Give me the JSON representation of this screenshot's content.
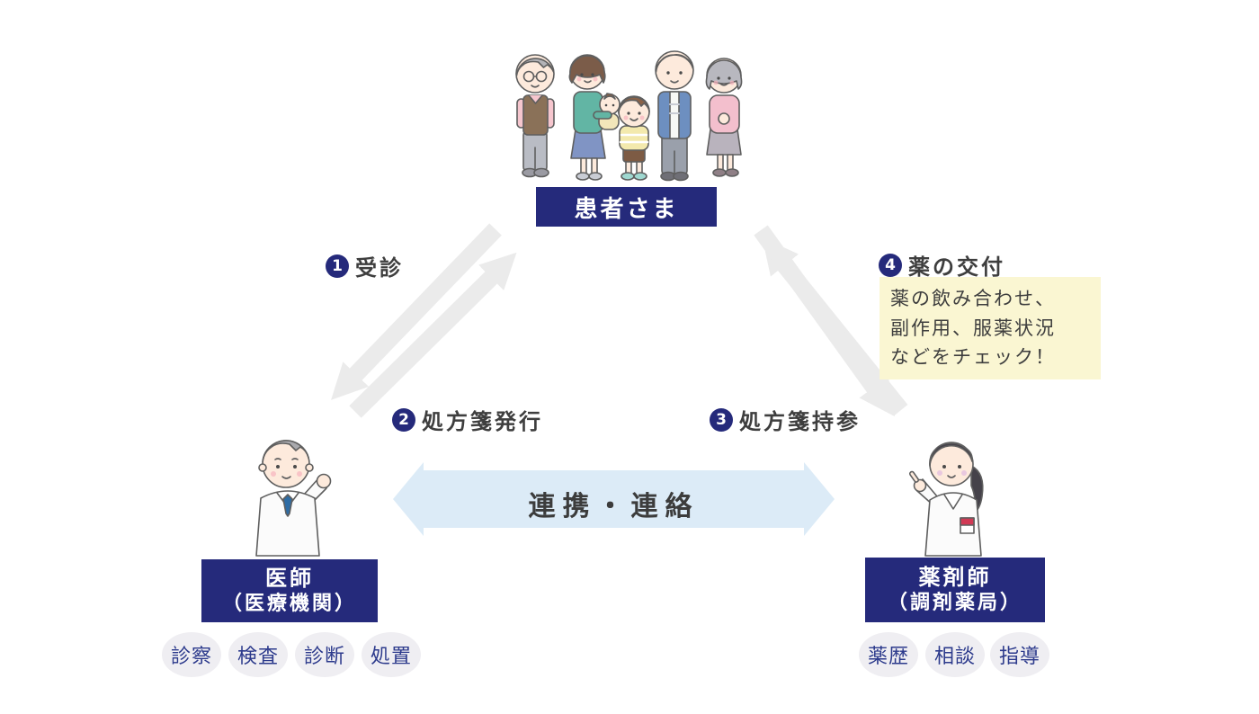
{
  "patient": {
    "label": "患者さま"
  },
  "steps": [
    {
      "num": "1",
      "label": "受診"
    },
    {
      "num": "2",
      "label": "処方箋発行"
    },
    {
      "num": "3",
      "label": "処方箋持参"
    },
    {
      "num": "4",
      "label": "薬の交付"
    }
  ],
  "note": {
    "lines": [
      "薬の飲み合わせ、",
      "副作用、服薬状況",
      "などをチェック！"
    ]
  },
  "collaboration": {
    "label": "連携・連絡"
  },
  "doctor": {
    "title": "医師",
    "subtitle": "（医療機関）",
    "tags": [
      "診察",
      "検査",
      "診断",
      "処置"
    ]
  },
  "pharmacist": {
    "title": "薬剤師",
    "subtitle": "（調剤薬局）",
    "tags": [
      "薬歴",
      "相談",
      "指導"
    ]
  },
  "colors": {
    "navy": "#252a7b",
    "arrow_gray": "#ebebeb",
    "collab_blue": "#dcebf7",
    "note_yellow": "#faf6d2",
    "tag_bg": "#efeef2",
    "tag_text": "#2c3a8c",
    "text_dark": "#3e3e3e"
  }
}
